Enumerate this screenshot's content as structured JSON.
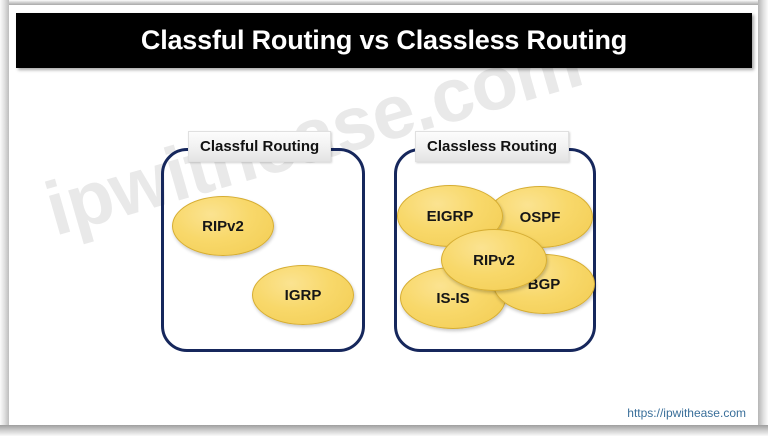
{
  "title": "Classful Routing vs Classless Routing",
  "watermark": "ipwithease.com",
  "footer": {
    "url": "https://ipwithease.com"
  },
  "colors": {
    "banner_background": "#000000",
    "banner_text": "#ffffff",
    "panel_border": "#16275c",
    "ellipse_fill": "#f8d86a",
    "ellipse_border": "#d6ad32",
    "label_background": "#f3f3f3",
    "watermark": "#e9e9e9",
    "footer_link": "#3a6f9a"
  },
  "panels": [
    {
      "label": "Classful Routing",
      "protocols": [
        {
          "name": "RIPv2"
        },
        {
          "name": "IGRP"
        }
      ]
    },
    {
      "label": "Classless Routing",
      "protocols": [
        {
          "name": "EIGRP"
        },
        {
          "name": "OSPF"
        },
        {
          "name": "RIPv2"
        },
        {
          "name": "BGP"
        },
        {
          "name": "IS-IS"
        }
      ]
    }
  ]
}
